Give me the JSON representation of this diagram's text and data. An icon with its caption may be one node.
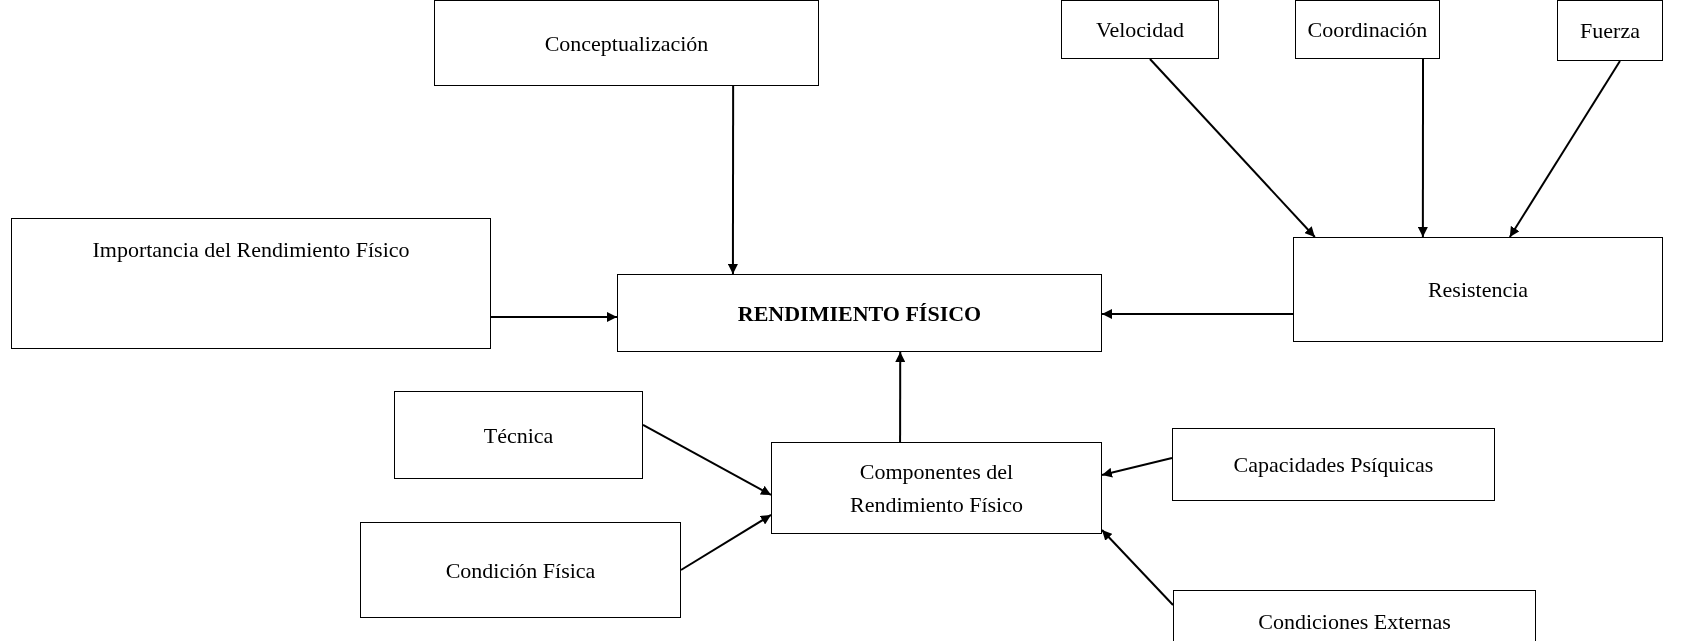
{
  "diagram": {
    "nodes": [
      {
        "text": [
          "Conceptualización"
        ]
      },
      {
        "text": [
          "Velocidad"
        ]
      },
      {
        "text": [
          "Coordinación"
        ]
      },
      {
        "text": [
          "Fuerza"
        ]
      },
      {
        "text": [
          "Importancia del Rendimiento Físico"
        ]
      },
      {
        "text": [
          "RENDIMIENTO FÍSICO"
        ]
      },
      {
        "text": [
          "Resistencia"
        ]
      },
      {
        "text": [
          "Técnica"
        ]
      },
      {
        "text": [
          "Componentes del Rendimiento Físico"
        ]
      },
      {
        "text": [
          "Capacidades Psíquicas"
        ]
      },
      {
        "text": [
          "Condición Física"
        ]
      },
      {
        "text": [
          "Condiciones Externas"
        ]
      }
    ],
    "edges": [
      {
        "from": 0,
        "to": 5,
        "arrow": "to"
      },
      {
        "from": 4,
        "to": 5,
        "arrow": "to"
      },
      {
        "from": 6,
        "to": 5,
        "arrow": "to"
      },
      {
        "from": 1,
        "to": 6,
        "arrow": "to"
      },
      {
        "from": 2,
        "to": 6,
        "arrow": "to"
      },
      {
        "from": 3,
        "to": 6,
        "arrow": "to"
      },
      {
        "from": 8,
        "to": 5,
        "arrow": "to"
      },
      {
        "from": 7,
        "to": 8,
        "arrow": "to"
      },
      {
        "from": 10,
        "to": 8,
        "arrow": "to"
      },
      {
        "from": 9,
        "to": 8,
        "arrow": "to"
      },
      {
        "from": 11,
        "to": 8,
        "arrow": "to"
      }
    ]
  }
}
